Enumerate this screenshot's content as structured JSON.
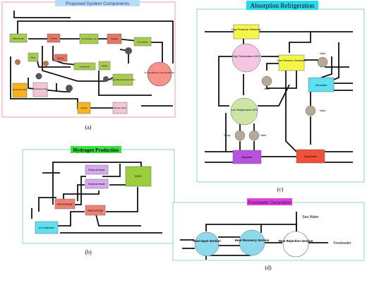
{
  "panel_a": {
    "title": "Proposed System Components",
    "caption": "(a)",
    "labels": {
      "regenerator": "Regenerator",
      "turbine": "Turbine",
      "air_preheater": "Air preheater unit",
      "turbine2": "Turbine",
      "compressor": "Compressor",
      "mixer": "Mixer",
      "burner": "Burner",
      "condenser": "Condenser",
      "hrsg": "HRSG",
      "double_effect": "Double Effect Absorption Chiller",
      "production_well": "Production Well",
      "reinjection_well": "Reinjection Well",
      "crystal_pump": "Crystal",
      "saturated_hx": "Saturator Heater",
      "sofc": "Sol Fuel Element / Heat Cell Provider"
    }
  },
  "panel_b": {
    "title": "Hydrogen Production",
    "caption": "(b)",
    "labels": {
      "eh1": "Electrical Heater",
      "eh2": "Electrical Heater",
      "soec": "SOEC",
      "hx1": "Heat Exchanger",
      "hx2": "Heat Exchanger",
      "air_compressor": "Air Compressor"
    }
  },
  "panel_c": {
    "title": "Absorption Refrigeration",
    "caption": "(c)",
    "labels": {
      "hpg": "High Pressure Generator",
      "hthex": "High Temperature HEX",
      "lpg": "Low Pressure Generator",
      "valve1": "Valve",
      "valve2": "Valve",
      "generator": "Generator",
      "valve3": "Valve",
      "lthex": "Low Temperature HEX",
      "pump": "Pump",
      "valve4": "Valve",
      "absorber": "Absorber",
      "evaporator": "Evaporator"
    }
  },
  "panel_d": {
    "title": "Freshwater Generation",
    "caption": "(d)",
    "labels": {
      "heat_input": "Heat Input Section",
      "heat_recovery": "Heat Recovery Section",
      "heat_rejection": "Heat Rejection Section",
      "sea_water": "Sea Water",
      "freshwater": "Freshwater"
    }
  },
  "colors": {
    "panel_a_border": "#e8a0a0",
    "panel_bcd_border": "#8fd0c8",
    "title_a_bg": "#b9dcf5",
    "title_b_bg": "#33e53b",
    "title_c_bg": "#25d9f0",
    "title_d_bg": "#e040e0",
    "green_box": "#a8cc50",
    "red_box": "#e27767",
    "orange_box": "#f7b21f",
    "pink_box": "#f2c6d2",
    "red_circle": "#f79189",
    "yellow_box": "#f3f548",
    "pink_circle": "#f6c5e3",
    "gray_circle": "#b5aa97",
    "cyan_box": "#5ee0f0",
    "purple_box": "#b850e0",
    "red_evap": "#f0503a",
    "light_green_circle": "#cde5a4",
    "lavender": "#d7aaf0",
    "lime": "#9ccd3c",
    "salmon": "#f08074",
    "light_blue_circle": "#8fd9ef",
    "white_circle": "#ffffff"
  }
}
